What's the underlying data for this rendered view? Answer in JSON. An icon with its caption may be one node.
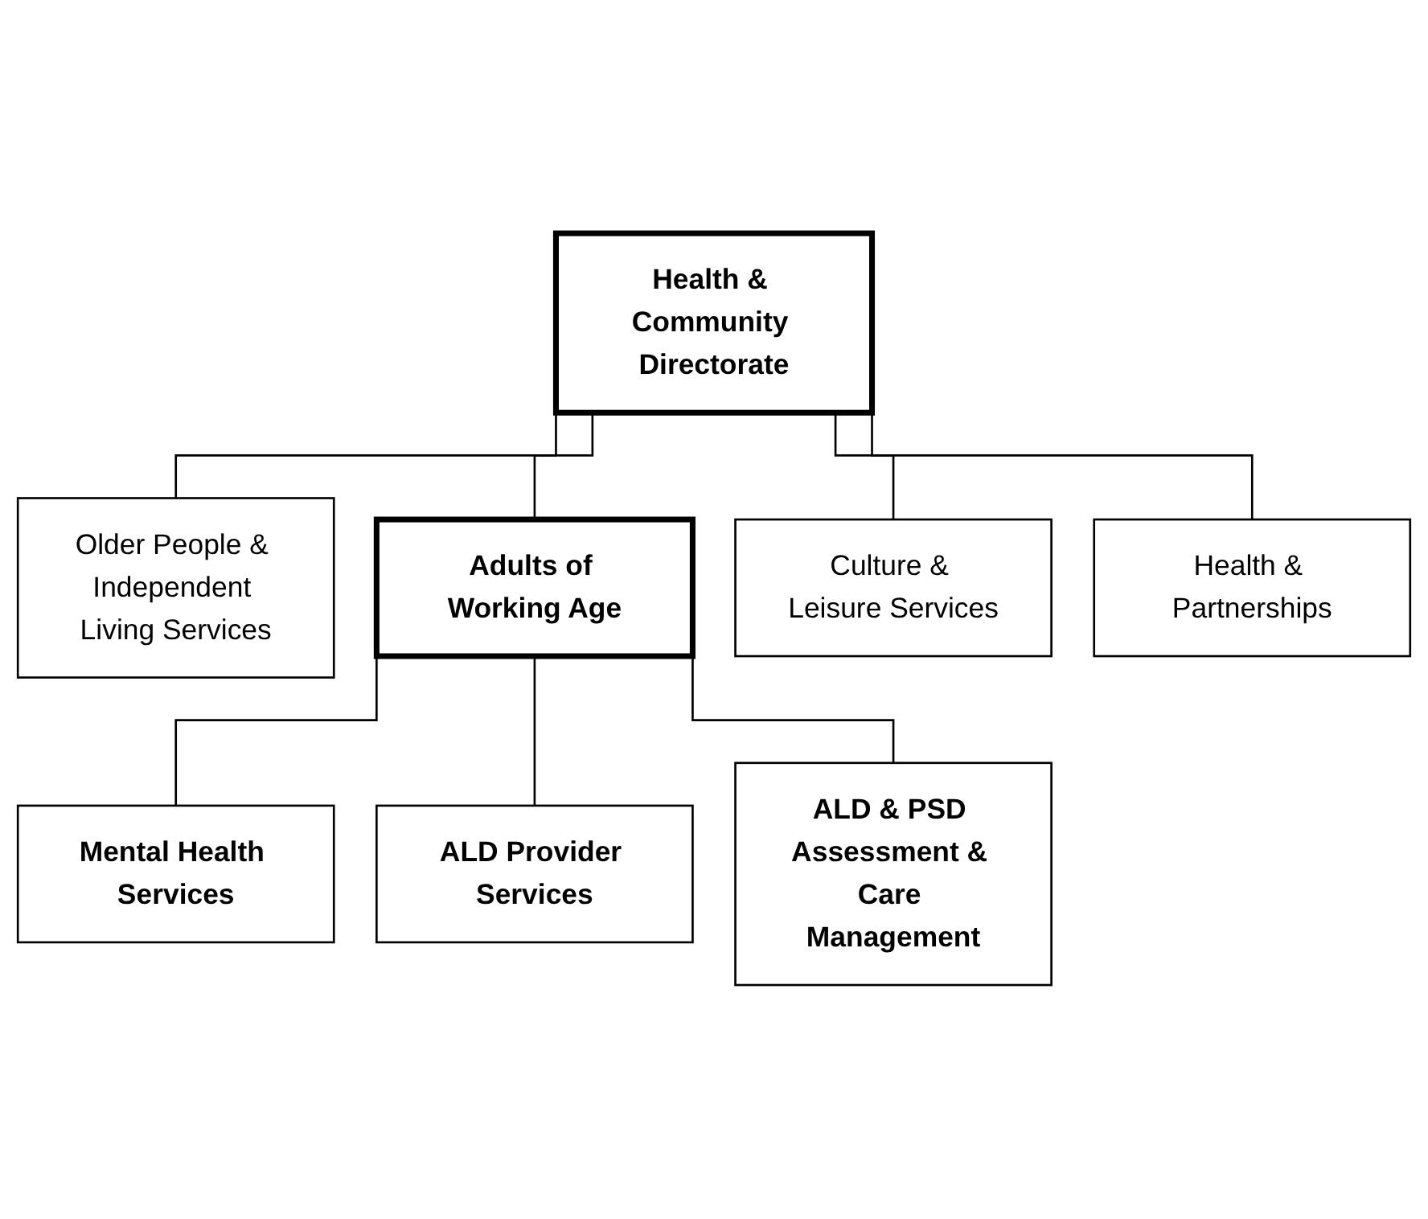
{
  "diagram": {
    "nodes": [
      {
        "text": [
          "Health & Community Directorate"
        ]
      },
      {
        "text": [
          "Older People & Independent Living Services"
        ]
      },
      {
        "text": [
          "Adults of Working Age"
        ]
      },
      {
        "text": [
          "Culture & Leisure Services"
        ]
      },
      {
        "text": [
          "Health & Partnerships"
        ]
      },
      {
        "text": [
          "Mental Health Services"
        ]
      },
      {
        "text": [
          "ALD Provider Services"
        ]
      },
      {
        "text": [
          "ALD & PSD Assessment & Care Management"
        ]
      }
    ],
    "edges": [
      {
        "from": 0,
        "to": 1,
        "arrow": "none"
      },
      {
        "from": 0,
        "to": 2,
        "arrow": "none"
      },
      {
        "from": 0,
        "to": 3,
        "arrow": "none"
      },
      {
        "from": 0,
        "to": 4,
        "arrow": "none"
      },
      {
        "from": 2,
        "to": 5,
        "arrow": "none"
      },
      {
        "from": 2,
        "to": 6,
        "arrow": "none"
      },
      {
        "from": 2,
        "to": 7,
        "arrow": "none"
      }
    ]
  }
}
